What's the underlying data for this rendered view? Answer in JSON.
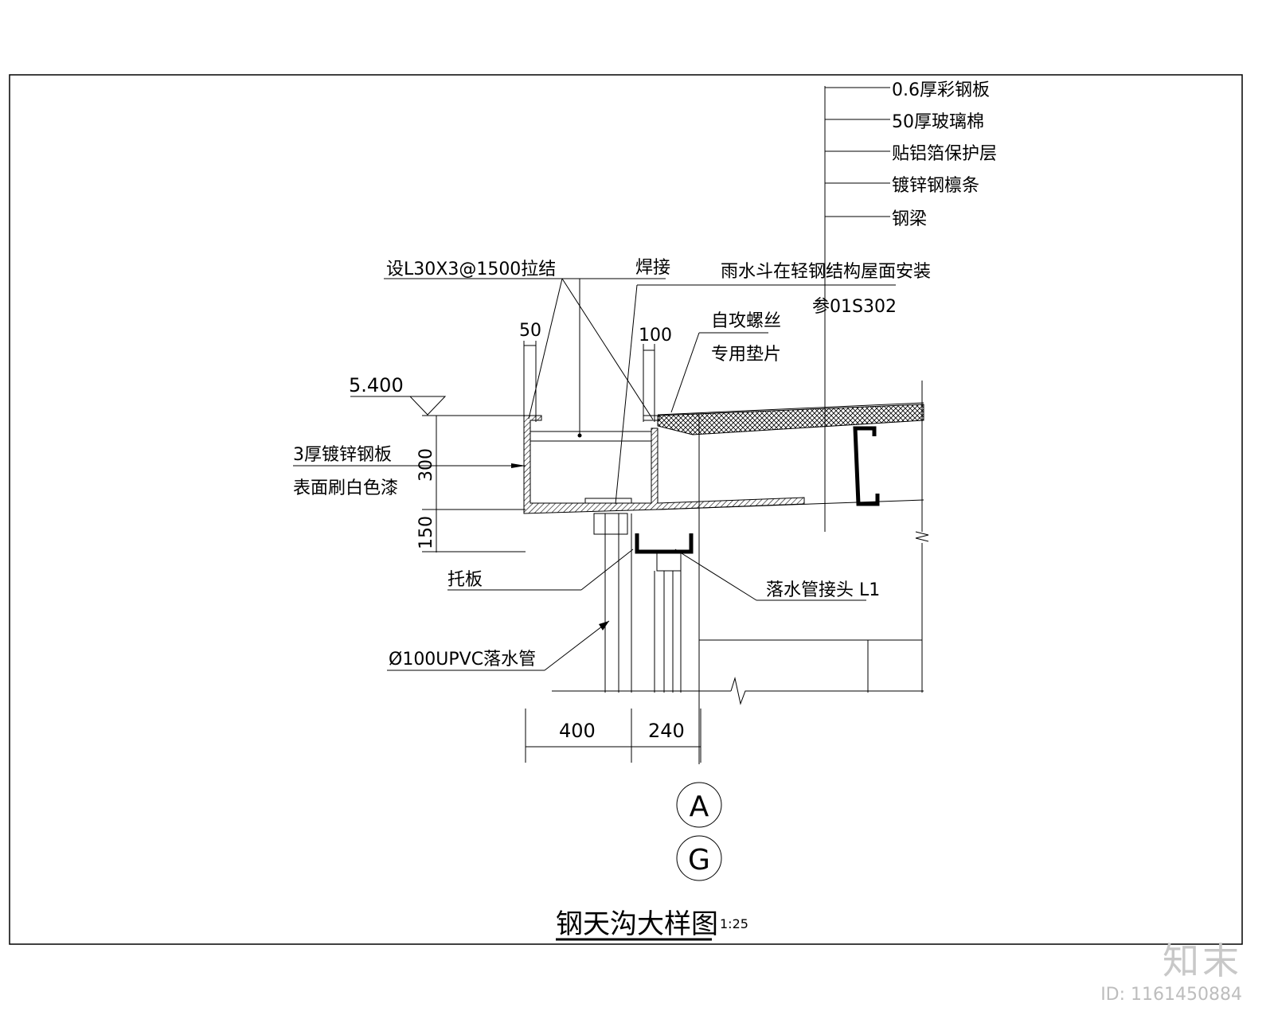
{
  "drawing": {
    "title": "钢天沟大样图",
    "scale": "1:25",
    "grid_axes": [
      "A",
      "G"
    ],
    "elevation": "5.400",
    "roof_layers": [
      "0.6厚彩钢板",
      "50厚玻璃棉",
      "贴铝箔保护层",
      "镀锌钢檩条",
      "钢梁"
    ],
    "labels": {
      "tie_angle": "设L30X3@1500拉结",
      "weld": "焊接",
      "rain_hopper": "雨水斗在轻钢结构屋面安装",
      "rain_hopper_ref": "参01S302",
      "screw": "自攻螺丝",
      "washer": "专用垫片",
      "plate_1": "3厚镀锌钢板",
      "plate_2": "表面刷白色漆",
      "bracket": "托板",
      "pipe_joint": "落水管接头  L1",
      "downpipe": "Ø100UPVC落水管"
    },
    "dimensions": {
      "d50": "50",
      "d100": "100",
      "d300": "300",
      "d150": "150",
      "d400": "400",
      "d240": "240"
    }
  },
  "watermark": {
    "logo": "知末",
    "id": "ID: 1161450884"
  }
}
